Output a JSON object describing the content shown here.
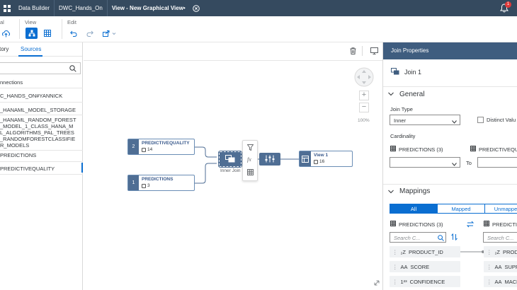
{
  "shell": {
    "crumbs": [
      "Data Builder",
      "DWC_Hands_On",
      "View - New Graphical View•"
    ],
    "notification_count": "1"
  },
  "toolbar": {
    "group_general": "al",
    "group_view": "View",
    "group_edit": "Edit"
  },
  "left": {
    "tab_repository": "tory",
    "tab_sources": "Sources",
    "tree": [
      "nnections",
      "C_HANDS_ON#YANNICK",
      "_HANAML_MODEL_STORAGE",
      "_HANAML_RANDOM_FOREST",
      "_MODEL_1_CLASS_HANA_M",
      "L_ALGORITHMS_PAL_TREES",
      "_RANDOMFORESTCLASSIFIE",
      "R_MODELS",
      "PREDICTIONS",
      "PREDICTIVEQUALITY"
    ]
  },
  "canvas": {
    "zoom": "100%",
    "node_pq": {
      "index": "2",
      "name": "PREDICTIVEQUALITY",
      "rows": "14"
    },
    "node_pred": {
      "index": "1",
      "name": "PREDICTIONS",
      "rows": "3"
    },
    "join_label": "Inner Join",
    "view_node": {
      "name": "View 1",
      "rows": "16"
    },
    "fx": "fx"
  },
  "right": {
    "panel_title": "Join Properties",
    "join_name": "Join 1",
    "general_title": "General",
    "join_type_label": "Join Type",
    "join_type_value": "Inner",
    "distinct_label": "Distinct Valu",
    "cardinality_label": "Cardinality",
    "left_source": "PREDICTIONS (3)",
    "right_source": "PREDICTIVEQU",
    "to_label": "To",
    "mappings_title": "Mappings",
    "segments": [
      "All",
      "Mapped",
      "Unmappe"
    ],
    "left_table": "PREDICTIONS (3)",
    "right_table": "PREDICTI",
    "search_placeholder": "Search C...",
    "search_placeholder_right": "Search C...",
    "left_columns": [
      "PRODUCT_ID",
      "SCORE",
      "CONFIDENCE"
    ],
    "left_types": [
      "₂Z",
      "AA",
      "1²³"
    ],
    "right_columns": [
      "PROD",
      "SUPPL",
      "MACH"
    ],
    "right_types": [
      "₂Z",
      "AA",
      "AA"
    ]
  },
  "colors": {
    "shell": "#354a5f",
    "accent": "#0a6ed1",
    "node_header": "#4f6e94",
    "panel_header": "#3f5d7f"
  }
}
